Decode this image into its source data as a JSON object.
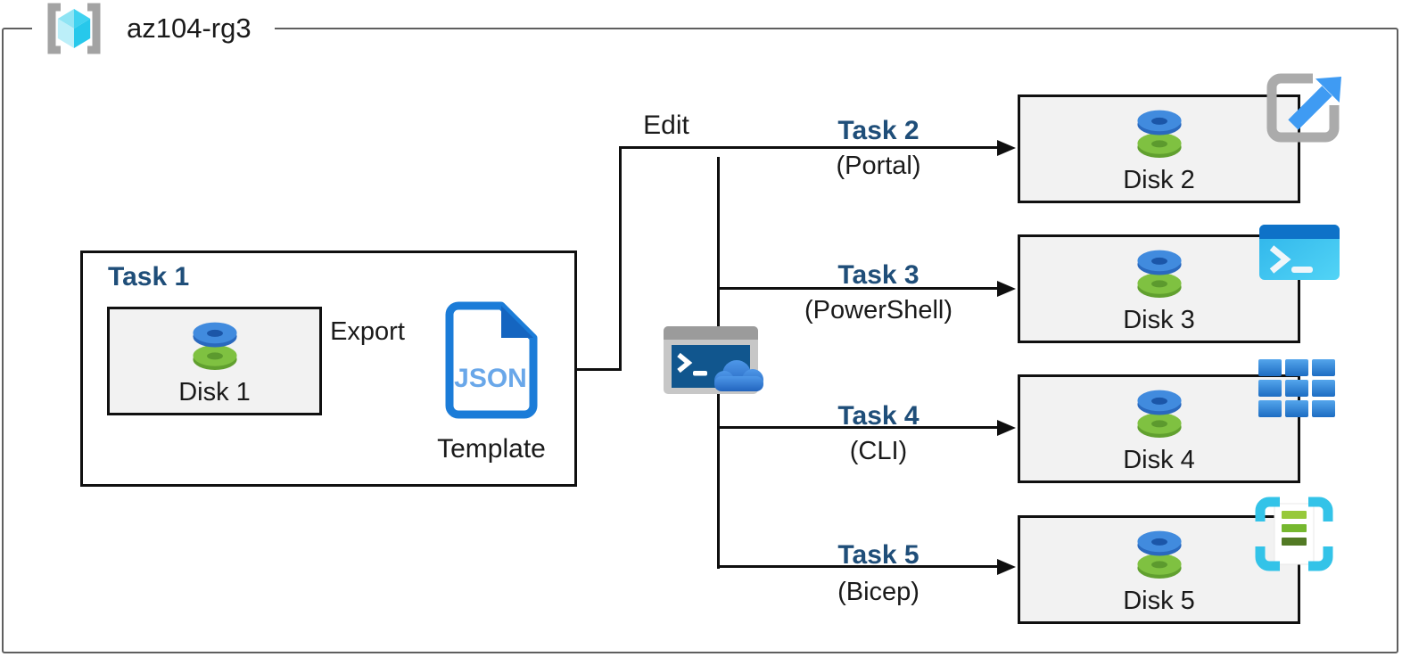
{
  "resource_group": {
    "label": "az104-rg3"
  },
  "source": {
    "title": "Task 1",
    "disk_label": "Disk 1",
    "export_label": "Export",
    "template": {
      "doc_text": "JSON",
      "caption": "Template"
    }
  },
  "edit_label": "Edit",
  "branches": [
    {
      "task": "Task 2",
      "method": "(Portal)",
      "disk_label": "Disk 2",
      "icon": "portal-icon"
    },
    {
      "task": "Task 3",
      "method": "(PowerShell)",
      "disk_label": "Disk 3",
      "icon": "powershell-icon"
    },
    {
      "task": "Task 4",
      "method": "(CLI)",
      "disk_label": "Disk 4",
      "icon": "cli-icon"
    },
    {
      "task": "Task 5",
      "method": "(Bicep)",
      "disk_label": "Disk 5",
      "icon": "bicep-icon"
    }
  ],
  "colors": {
    "task_label": "#1F4E79",
    "text": "#1A1A1A",
    "card_fill": "#F2F2F2",
    "connector": "#0F0F0F",
    "outer_border": "#5F5F5F",
    "json_doc_border": "#1B7CD8",
    "json_doc_text": "#69A7E9",
    "disk_blue": "#418BDE",
    "disk_green": "#7FC141"
  }
}
